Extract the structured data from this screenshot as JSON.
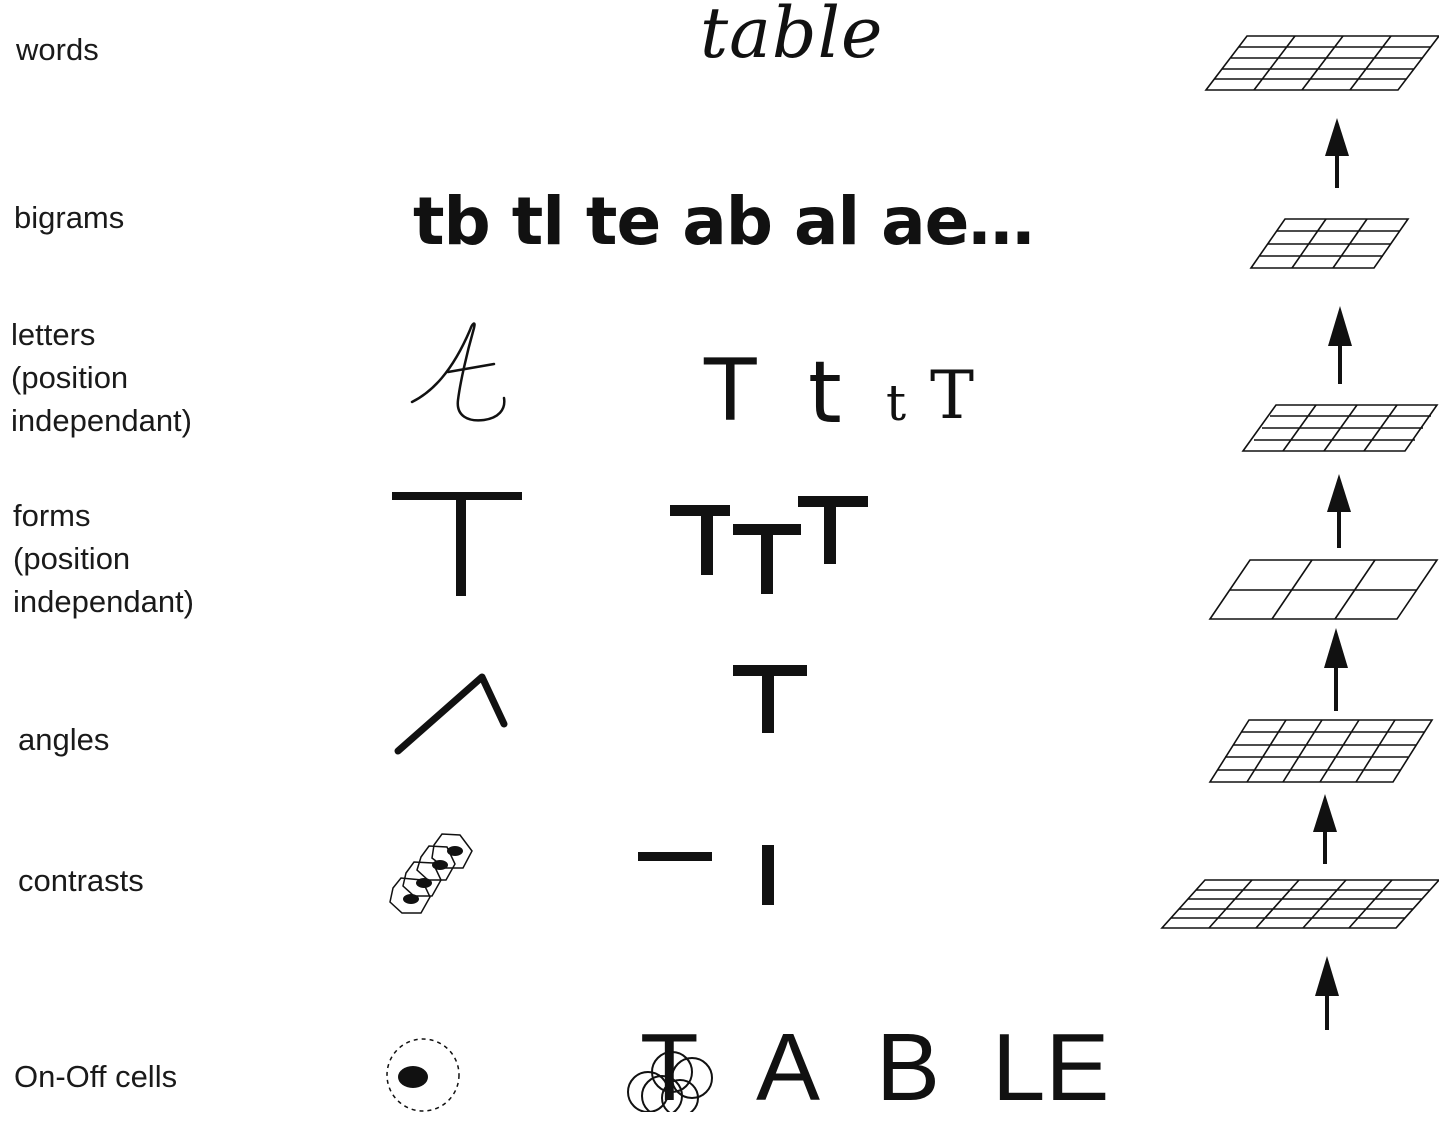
{
  "labels": {
    "words": "words",
    "bigrams": "bigrams",
    "letters": "letters\n(position\nindependant)",
    "forms": "forms\n(position\nindependant)",
    "angles": "angles",
    "contrasts": "contrasts",
    "onoff": "On-Off cells"
  },
  "examples": {
    "word": "table",
    "bigrams": "tb tl te ab al ae…",
    "letters": [
      "T",
      "t",
      "t",
      "T"
    ],
    "onoff_letters": [
      "T",
      "A",
      "B",
      "LE"
    ]
  },
  "icons": [
    "grid-layer-icon",
    "arrow-up-icon",
    "cursive-t-icon",
    "t-form-icon",
    "angle-icon",
    "contrast-cells-icon",
    "on-off-cell-icon"
  ]
}
